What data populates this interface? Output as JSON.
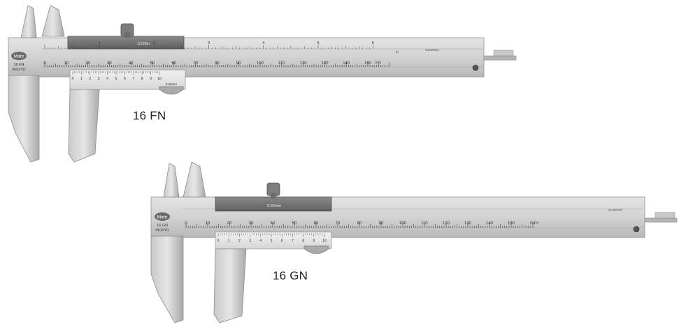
{
  "calipers": [
    {
      "model": "16 FN",
      "brand": "Mahr",
      "body_marks": [
        "16 FN",
        "INOXYD"
      ],
      "main_scale_mm": [
        "0",
        "10",
        "20",
        "30",
        "40",
        "50",
        "60",
        "70",
        "80",
        "90",
        "100",
        "110",
        "120",
        "130",
        "140",
        "150"
      ],
      "main_scale_unit": "mm",
      "inch_scale": [
        "1",
        "2",
        "3",
        "4",
        "5",
        "6"
      ],
      "inch_unit": "in",
      "vernier_label": "1/128in",
      "vernier_digits": [
        "0",
        "1",
        "2",
        "3",
        "4",
        "5",
        "6",
        "7",
        "8",
        "9",
        "10"
      ],
      "vernier_resolution": "0.05mm",
      "serial": "81110051"
    },
    {
      "model": "16 GN",
      "brand": "Mahr",
      "body_marks": [
        "16 GN",
        "INOXYD"
      ],
      "main_scale_mm": [
        "0",
        "10",
        "20",
        "30",
        "40",
        "50",
        "60",
        "70",
        "80",
        "90",
        "100",
        "110",
        "120",
        "130",
        "140",
        "150"
      ],
      "main_scale_unit": "mm",
      "vernier_label": "0.02mm",
      "vernier_digits": [
        "0",
        "1",
        "2",
        "3",
        "4",
        "5",
        "6",
        "7",
        "8",
        "9",
        "10"
      ],
      "serial": "81080830"
    }
  ],
  "colors": {
    "steel_light": "#d9d9d9",
    "steel_mid": "#bdbdbd",
    "steel_dark": "#8a8a8a",
    "slider_dark": "#6e6e6e",
    "engraving": "#3a3a3a"
  }
}
